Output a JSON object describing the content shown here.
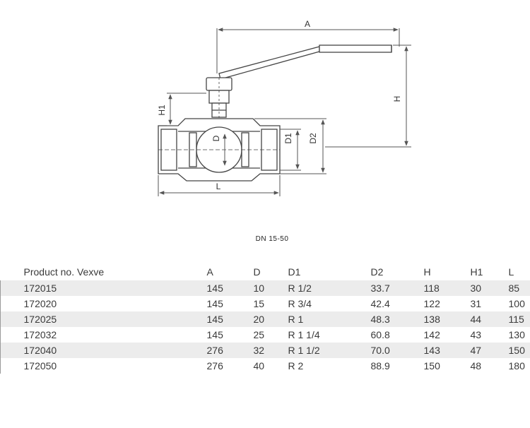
{
  "diagram": {
    "labels": {
      "A": "A",
      "H": "H",
      "H1": "H1",
      "D": "D",
      "D1": "D1",
      "D2": "D2",
      "L": "L"
    }
  },
  "caption": "DN 15-50",
  "table": {
    "headers": [
      "Product no. Vexve",
      "A",
      "D",
      "D1",
      "D2",
      "H",
      "H1",
      "L"
    ],
    "rows": [
      [
        "172015",
        "145",
        "10",
        "R 1/2",
        "33.7",
        "118",
        "30",
        "85"
      ],
      [
        "172020",
        "145",
        "15",
        "R 3/4",
        "42.4",
        "122",
        "31",
        "100"
      ],
      [
        "172025",
        "145",
        "20",
        "R 1",
        "48.3",
        "138",
        "44",
        "115"
      ],
      [
        "172032",
        "145",
        "25",
        "R 1 1/4",
        "60.8",
        "142",
        "43",
        "130"
      ],
      [
        "172040",
        "276",
        "32",
        "R 1 1/2",
        "70.0",
        "143",
        "47",
        "150"
      ],
      [
        "172050",
        "276",
        "40",
        "R 2",
        "88.9",
        "150",
        "48",
        "180"
      ]
    ]
  }
}
